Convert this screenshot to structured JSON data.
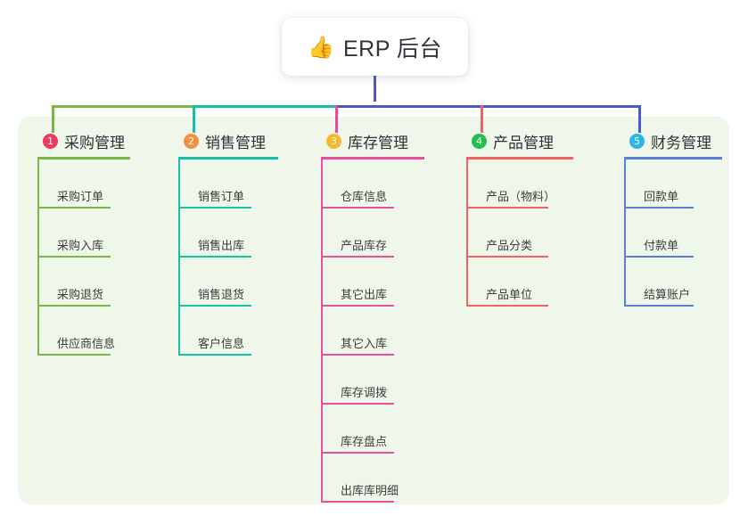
{
  "title": {
    "emoji": "👍",
    "emoji_name": "thumbs-up-icon",
    "text": "ERP 后台"
  },
  "canvas": {
    "background": "#ffffff",
    "panel_background": "#eef7e9",
    "trunk_color": "#4a58c8"
  },
  "connectors": {
    "segments": [
      {
        "color": "#7ab648",
        "name": "connector-segment-green"
      },
      {
        "color": "#18c1a6",
        "name": "connector-segment-teal"
      },
      {
        "color": "#4a58c8",
        "name": "connector-segment-indigo"
      }
    ],
    "drops": [
      "#7ab648",
      "#18c1a6",
      "#ec4899",
      "#f4615f",
      "#4a58c8"
    ]
  },
  "branches": [
    {
      "number": "1",
      "title": "采购管理",
      "badge_color": "#ec3a62",
      "line_color": "#7ab648",
      "children": [
        {
          "label": "采购订单"
        },
        {
          "label": "采购入库"
        },
        {
          "label": "采购退货"
        },
        {
          "label": "供应商信息"
        }
      ]
    },
    {
      "number": "2",
      "title": "销售管理",
      "badge_color": "#f5913e",
      "line_color": "#18c1a6",
      "children": [
        {
          "label": "销售订单"
        },
        {
          "label": "销售出库"
        },
        {
          "label": "销售退货"
        },
        {
          "label": "客户信息"
        }
      ]
    },
    {
      "number": "3",
      "title": "库存管理",
      "badge_color": "#f5b92b",
      "line_color": "#e84fa0",
      "children": [
        {
          "label": "仓库信息"
        },
        {
          "label": "产品库存"
        },
        {
          "label": "其它出库"
        },
        {
          "label": "其它入库"
        },
        {
          "label": "库存调拨"
        },
        {
          "label": "库存盘点"
        },
        {
          "label": "出库库明细"
        }
      ]
    },
    {
      "number": "4",
      "title": "产品管理",
      "badge_color": "#21bf4b",
      "line_color": "#f4615f",
      "children": [
        {
          "label": "产品（物料）"
        },
        {
          "label": "产品分类"
        },
        {
          "label": "产品单位"
        }
      ]
    },
    {
      "number": "5",
      "title": "财务管理",
      "badge_color": "#29b6e8",
      "line_color": "#5b7fd4",
      "children": [
        {
          "label": "回款单"
        },
        {
          "label": "付款单"
        },
        {
          "label": "结算账户"
        }
      ]
    }
  ]
}
